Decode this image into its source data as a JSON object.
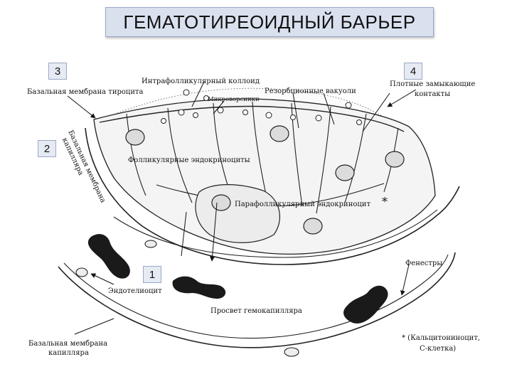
{
  "title": "ГЕМАТОТИРЕОИДНЫЙ БАРЬЕР",
  "markers": {
    "m1": "1",
    "m2": "2",
    "m3": "3",
    "m4": "4"
  },
  "labels": {
    "colloid": "Интрафолликулярный коллоид",
    "basal_thyro": "Базальная мембрана тироцита",
    "microvilli": "Микроворсинки",
    "vacuoles": "Резорбционные вакуоли",
    "tight1": "Плотные замыкающие",
    "tight2": "контакты",
    "cap_basal1": "Базальная мембрана",
    "cap_basal2": "капилляра",
    "follicular": "Фолликулярные эндокриноциты",
    "parafollicular": "Парафолликулярный эндокриноцит",
    "star": "*",
    "fenestrae": "Фенестры",
    "endothelio": "Эндотелиоцит",
    "lumen": "Просвет гемокапилляра",
    "bottom_basal1": "Базальная мембрана",
    "bottom_basal2": "капилляра",
    "footnote1": "* (Кальцитониноцит,",
    "footnote2": "С-клетка)"
  }
}
